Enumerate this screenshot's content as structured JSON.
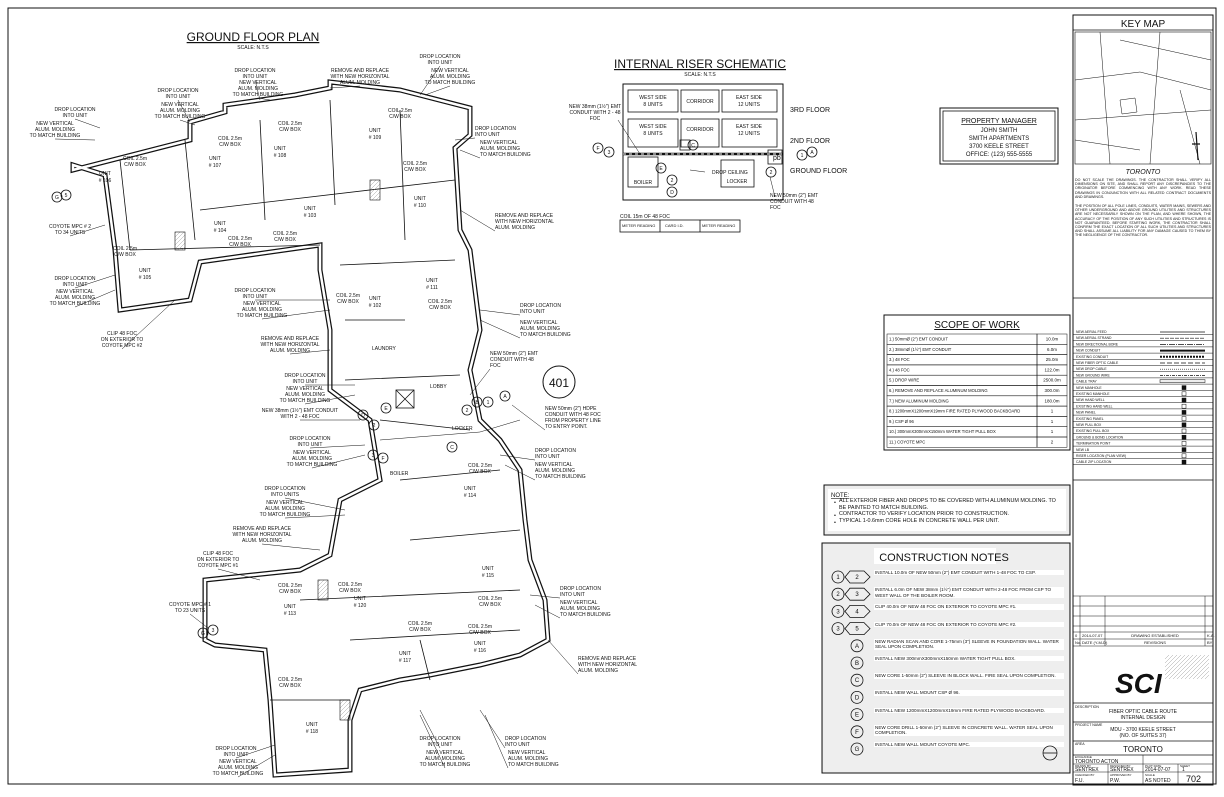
{
  "plan": {
    "title": "GROUND FLOOR PLAN",
    "scale": "SCALE: N.T.S",
    "units": [
      {
        "name": "UNIT",
        "num": "# 106",
        "coil": "COIL 2.5m",
        "box": "C/W BOX"
      },
      {
        "name": "UNIT",
        "num": "# 107",
        "coil": "COIL 2.5m",
        "box": "C/W BOX"
      },
      {
        "name": "UNIT",
        "num": "# 108",
        "coil": "COIL 2.5m",
        "box": "C/W BOX"
      },
      {
        "name": "UNIT",
        "num": "# 109",
        "coil": "COIL 2.5m",
        "box": "C/W BOX"
      },
      {
        "name": "UNIT",
        "num": "# 110",
        "coil": "COIL 2.5m",
        "box": "C/W BOX"
      },
      {
        "name": "UNIT",
        "num": "# 104",
        "coil": "COIL 2.5m",
        "box": "C/W BOX"
      },
      {
        "name": "UNIT",
        "num": "# 103",
        "coil": "COIL 2.5m",
        "box": "C/W BOX"
      },
      {
        "name": "UNIT",
        "num": "# 105",
        "coil": "COIL 2.5m",
        "box": "C/W BOX"
      },
      {
        "name": "UNIT",
        "num": "# 102",
        "coil": "COIL 2.5m",
        "box": "C/W BOX"
      },
      {
        "name": "UNIT",
        "num": "# 111",
        "coil": "COIL 2.5m",
        "box": "C/W BOX"
      },
      {
        "name": "UNIT",
        "num": "# 114",
        "coil": "COIL 2.5m",
        "box": "C/W BOX"
      },
      {
        "name": "UNIT",
        "num": "# 115",
        "coil": "COIL 2.5m",
        "box": "C/W BOX"
      },
      {
        "name": "UNIT",
        "num": "# 120",
        "coil": "COIL 2.5m",
        "box": "C/W BOX"
      },
      {
        "name": "UNIT",
        "num": "# 113",
        "coil": "COIL 2.5m",
        "box": "C/W BOX"
      },
      {
        "name": "UNIT",
        "num": "# 117",
        "coil": "COIL 2.5m",
        "box": "C/W BOX"
      },
      {
        "name": "UNIT",
        "num": "# 116",
        "coil": "COIL 2.5m",
        "box": "C/W BOX"
      },
      {
        "name": "UNIT",
        "num": "# 118",
        "coil": "COIL 2.5m",
        "box": "C/W BOX"
      }
    ],
    "rooms": {
      "laundry": "LAUNDRY",
      "lobby": "LOBBY",
      "boiler": "BOILER",
      "locker": "LOCKER"
    },
    "page_number": "401",
    "callouts": {
      "drop_location": [
        "DROP LOCATION",
        "INTO UNIT"
      ],
      "new_vertical": [
        "NEW VERTICAL",
        "ALUM. MOLDING",
        "TO MATCH BUILDING"
      ],
      "remove_replace": [
        "REMOVE AND REPLACE",
        "WITH NEW HORIZONTAL",
        "ALUM. MOLDING"
      ],
      "new_vertical_cal": [
        "NEW VERTICAL",
        "ALUM. MOLDING",
        "TO MATCH BUILDING"
      ],
      "drop_location_units": [
        "DROP LOCATION",
        "INTO UNITS"
      ],
      "clip_2": [
        "CLIP 48 FOC",
        "ON EXTERIOR TO",
        "COYOTE MPC #2"
      ],
      "clip_1": [
        "CLIP 48 FOC",
        "ON EXTERIOR TO",
        "COYOTE MPC #1"
      ],
      "coyote_2": [
        "COYOTE MPC # 2",
        "TO 34 UNITS"
      ],
      "coyote_1": [
        "COYOTE MPC # 1",
        "TO 23 UNITS"
      ],
      "emt_50": [
        "NEW 50mm (2\") EMT",
        "CONDUIT WITH 48",
        "FOC"
      ],
      "emt_38": [
        "NEW 38mm (1½\") EMT CONDUIT",
        "WITH 2 - 48 FOC"
      ],
      "hdpe": [
        "NEW 50mm (2\") HDPE",
        "CONDUIT WITH 48 FOC",
        "FROM PROPERTY LINE",
        "TO ENTRY POINT."
      ]
    }
  },
  "riser": {
    "title": "INTERNAL RISER SCHEMATIC",
    "scale": "SCALE: N.T.S",
    "floors": [
      "3RD FLOOR",
      "2ND FLOOR",
      "GROUND FLOOR"
    ],
    "west": [
      "WEST SIDE",
      "8 UNITS"
    ],
    "east": [
      "EAST SIDE",
      "12 UNITS"
    ],
    "corridor": "CORRIDOR",
    "boiler": "BOILER",
    "locker": "LOCKER",
    "drop_ceiling": "DROP CEILING",
    "pb": "pb",
    "emt_left": [
      "NEW 38mm (1½\") EMT",
      "CONDUIT WITH 2 - 48",
      "FOC"
    ],
    "emt_right": [
      "NEW 50mm (2\") EMT",
      "CONDUIT WITH 48",
      "FOC"
    ],
    "coil_caption": "COIL 15m OF 48 FOC",
    "meter_cells": [
      "METER READING",
      "CARD I.D.",
      "METER READING"
    ]
  },
  "manager": {
    "title": "PROPERTY MANAGER",
    "lines": [
      "JOHN SMITH",
      "SMITH APARTMENTS",
      "3700 KEELE STREET",
      "OFFICE: (123) 555-5555"
    ]
  },
  "scope": {
    "title": "SCOPE OF WORK",
    "rows": [
      {
        "item": "1.) 50mmØ (2\") EMT CONDUIT",
        "qty": "10.0m"
      },
      {
        "item": "2.) 38mmØ (1½\") EMT CONDUIT",
        "qty": "6.0m"
      },
      {
        "item": "3.) 48 FOC",
        "qty": "25.0m"
      },
      {
        "item": "4.) 48 FOC",
        "qty": "122.0m"
      },
      {
        "item": "5.) DROP WIRE",
        "qty": "2500.0m"
      },
      {
        "item": "6.) REMOVE AND REPLACE ALUMINUM MOLDING",
        "qty": "300.0m"
      },
      {
        "item": "7.) NEW ALUMINUM MOLDING",
        "qty": "180.0m"
      },
      {
        "item": "8.) 1200mmX1200mmX19mm FIRE RATED PLYWOOD BACKBOARD",
        "qty": "1"
      },
      {
        "item": "9.) CSP Ø 96",
        "qty": "1"
      },
      {
        "item": "10.) 300mmX300mmX150mm WATER TIGHT PULL BOX",
        "qty": "1"
      },
      {
        "item": "11.) COYOTE MPC",
        "qty": "2"
      }
    ]
  },
  "note": {
    "title": "NOTE:",
    "items": [
      "ALL EXTERIOR FIBER AND DROPS TO BE COVERED WITH ALUMINUM MOLDING. TO BE PAINTED TO MATCH BUILDING.",
      "CONTRACTOR TO VERIFY LOCATION PRIOR TO CONSTRUCTION.",
      "TYPICAL 1-0.6mm CORE HOLE IN CONCRETE WALL PER UNIT."
    ]
  },
  "construction": {
    "title": "CONSTRUCTION NOTES",
    "notes": [
      {
        "tags": [
          "1",
          "2"
        ],
        "text": "INSTALL 10.0m OF NEW 50mm (2\") EMT CONDUIT WITH 1-48 FOC TO CSP."
      },
      {
        "tags": [
          "2",
          "3"
        ],
        "text": "INSTALL 6.0m OF NEW 38mm (1½\") EMT CONDUIT WITH 2-48 FOC FROM CSP TO WEST WALL OF THE BOILER ROOM."
      },
      {
        "tags": [
          "3",
          "4"
        ],
        "text": "CLIP 40.0m OF NEW 48 FOC ON EXTERIOR TO COYOTE MPC #1."
      },
      {
        "tags": [
          "3",
          "5"
        ],
        "text": "CLIP 70.0m OF NEW 48 FOC ON EXTERIOR TO COYOTE MPC #2."
      },
      {
        "tags": [
          "A"
        ],
        "text": "NEW RADIAN SCAN AND CORE 1-75mm (3\") SLEEVE IN FOUNDATION WALL. WATER SEAL UPON COMPLETION."
      },
      {
        "tags": [
          "B"
        ],
        "text": "INSTALL NEW 300mmX300mmX150mm WATER TIGHT PULL BOX."
      },
      {
        "tags": [
          "C"
        ],
        "text": "NEW CORE 1-50mm (2\") SLEEVE IN BLOCK WALL. FIRE SEAL UPON COMPLETION."
      },
      {
        "tags": [
          "D"
        ],
        "text": "INSTALL NEW WALL MOUNT CSP Ø 96."
      },
      {
        "tags": [
          "E"
        ],
        "text": "INSTALL NEW 1200mmX1200mmX19mm FIRE RATED PLYWOOD BACKBOARD."
      },
      {
        "tags": [
          "F"
        ],
        "text": "NEW CORE DRILL 1-50mm (2\") SLEEVE IN CONCRETE WALL. WATER SEAL UPON COMPLETION."
      },
      {
        "tags": [
          "G"
        ],
        "text": "INSTALL NEW WALL MOUNT COYOTE MPC."
      }
    ]
  },
  "keymap": {
    "title": "KEY MAP",
    "city": "TORONTO",
    "disclaimer1": "DO NOT SCALE THE DRAWINGS. THE CONTRACTOR SHALL VERIFY ALL DIMENSIONS ON SITE, AND SHALL REPORT ANY DISCREPANCIES TO THE ORIGINATOR BEFORE COMMENCING WITH ANY WORK. READ THESE DRAWINGS IN CONJUNCTION WITH ALL RELATED CONTRACT DOCUMENTS AND DRAWINGS.",
    "disclaimer2": "THE POSITION OF ALL POLE LINES, CONDUITS, WATER MAINS, SEWERS AND OTHER UNDERGROUND AND ABOVE GROUND UTILITIES AND STRUCTURES ARE NOT NECESSARILY SHOWN ON THE PLAN, AND WHERE SHOWN, THE ACCURACY OF THE POSITION OF ANY SUCH UTILITIES AND STRUCTURES IS NOT GUARANTEED. BEFORE STARTING WORK, THE CONTRACTOR SHALL CONFIRM THE EXACT LOCATION OF ALL SUCH UTILITIES AND STRUCTURES AND SHALL ASSUME ALL LIABILITY FOR ANY DAMAGE CAUSED TO THEM BY THE NEGLIGENCE OF THE CONTRACTOR."
  },
  "legend": [
    "NEW AERIAL FEED",
    "NEW AERIAL STRAND",
    "NEW DIRECTIONAL BORE",
    "NEW CONDUIT",
    "EXISTING CONDUIT",
    "NEW FIBER OPTIC CABLE",
    "NEW DROP CABLE",
    "NEW GROUND WIRE",
    "CABLE TRAY",
    "NEW MANHOLE",
    "EXISTING MANHOLE",
    "NEW HAND WELL",
    "EXISTING HAND WELL",
    "NEW PANEL",
    "EXISTING PANEL",
    "NEW PULL BOX",
    "EXISTING PULL BOX",
    "GROUND & BOND LOCATION",
    "TERMINATION POINT",
    "NEW LB",
    "RISER LOCATION (PLAN VIEW)",
    "CABLE ZIP LOCATION"
  ],
  "title_block": {
    "rev_no": "0",
    "rev_date": "2014-07-07",
    "rev_desc": "DRAWING ESTABLISHED",
    "rev_by": "K.A.",
    "hdr_no": "No.",
    "hdr_date": "DATE (Y-M-D)",
    "hdr_rev": "REVISIONS",
    "hdr_by": "BY",
    "company": "SCI",
    "description_label": "DESCRIPTION",
    "description": [
      "FIBER OPTIC CABLE ROUTE",
      "INTERNAL DESIGN"
    ],
    "project_label": "PROJECT NAME",
    "project": [
      "MDU - 3700 KEELE STREET",
      "(NO. OF SUITES 37)"
    ],
    "area_label": "AREA",
    "area": "TORONTO",
    "exchange_label": "EXCHANGE",
    "exchange": "TORONTO ACTON",
    "drawn_by_label": "DRAWN BY",
    "drawn_by": "SENTREX",
    "designed_label": "DESIGNED BY",
    "designed_by": "SENTREX",
    "plot_label": "PLOT DATE",
    "plot_date": "2014-07-07",
    "sheet_label": "SHEET",
    "sheet": "1",
    "checked_label": "CHECKED BY",
    "checked": "F.U.",
    "approved_label": "APPROVED BY",
    "approved": "P.W.",
    "scale_label": "SCALE",
    "scale": "AS NOTED",
    "drawing_no": "702"
  }
}
